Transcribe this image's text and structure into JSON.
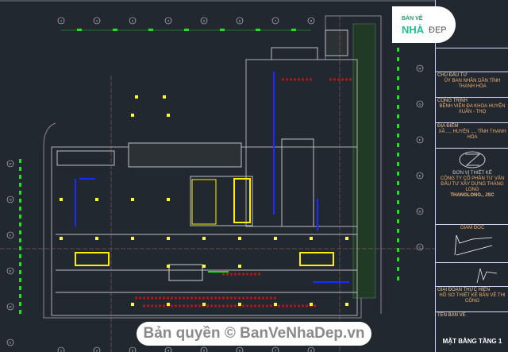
{
  "drawing": {
    "grid_top": [
      "1",
      "2",
      "3",
      "4",
      "5",
      "6",
      "7",
      "8"
    ],
    "grid_left": [
      "H",
      "G",
      "F",
      "E",
      "D",
      "C"
    ],
    "colors": {
      "background": "#212830",
      "dimension": "#19e619",
      "wall": "#b0b0b0",
      "column": "#ffff33",
      "stair_core": "#ffef00",
      "window": "#1a2cff",
      "furniture": "#b01818",
      "hatch": "#8a8a8a",
      "text": "#f5f5f5"
    }
  },
  "title_block": {
    "investor_label": "CHỦ ĐẦU TƯ",
    "investor": "ỦY BAN NHÂN DÂN TỈNH THANH HÓA",
    "project_label": "CÔNG TRÌNH",
    "project": "BỆNH VIỆN ĐA KHOA HUYỆN XUÂN - THỌ",
    "location_label": "ĐỊA ĐIỂM",
    "location": "XÃ ..., HUYỆN ..., TỈNH THANH HÓA",
    "design_unit_label": "ĐƠN VỊ THIẾT KẾ",
    "company": "CÔNG TY CỔ PHẦN TƯ VẤN ĐẦU TƯ XÂY DỰNG THĂNG LONG",
    "company_short": "THANGLONG., JSC",
    "director_label": "GIÁM ĐỐC",
    "stage_label": "GIAI ĐOẠN THỰC HIỆN",
    "stage": "HỒ SƠ THIẾT KẾ BẢN VẼ THI CÔNG",
    "sheet_label": "TÊN BẢN VẼ",
    "sheet_title": "MẶT BẰNG TẦNG 1"
  },
  "logo": {
    "line1": "BẢN VẼ",
    "line2": "NHÀ",
    "line3": "ĐẸP"
  },
  "watermark": "Bản quyền © BanVeNhaDep.vn"
}
